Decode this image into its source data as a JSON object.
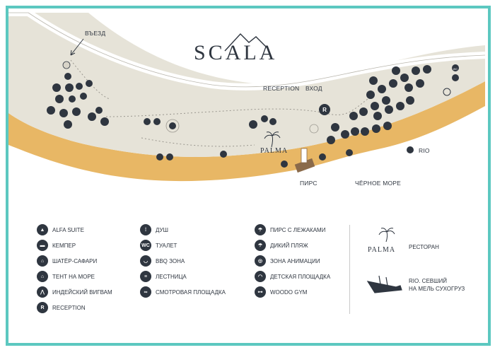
{
  "brand": {
    "title": "SCALA",
    "restaurant_logo": "PALMA"
  },
  "map_labels": {
    "entry": "ВЪЕЗД",
    "reception": "RECEPTION",
    "entrance": "ВХОД",
    "pier": "ПИРС",
    "black_sea": "ЧЁРНОЕ МОРЕ",
    "rio": "RIO"
  },
  "legend": {
    "col1": [
      {
        "icon": "alfa-suite-icon",
        "label": "ALFA SUITE"
      },
      {
        "icon": "camper-icon",
        "label": "КЕМПЕР"
      },
      {
        "icon": "safari-tent-icon",
        "label": "ШАТЁР-САФАРИ"
      },
      {
        "icon": "sea-tent-icon",
        "label": "ТЕНТ НА МОРЕ"
      },
      {
        "icon": "wigwam-icon",
        "label": "ИНДЕЙСКИЙ ВИГВАМ"
      },
      {
        "icon": "reception-icon",
        "glyph": "R",
        "label": "RECEPTION"
      }
    ],
    "col2": [
      {
        "icon": "shower-icon",
        "label": "ДУШ"
      },
      {
        "icon": "toilet-icon",
        "glyph": "WC",
        "label": "ТУАЛЕТ"
      },
      {
        "icon": "bbq-icon",
        "label": "BBQ ЗОНА"
      },
      {
        "icon": "stairs-icon",
        "label": "ЛЕСТНИЦА"
      },
      {
        "icon": "viewpoint-icon",
        "label": "СМОТРОВАЯ ПЛОЩАДКА"
      }
    ],
    "col3": [
      {
        "icon": "pier-loungers-icon",
        "label": "ПИРС С ЛЕЖАКАМИ"
      },
      {
        "icon": "wild-beach-icon",
        "label": "ДИКИЙ ПЛЯЖ"
      },
      {
        "icon": "animation-icon",
        "label": "ЗОНА АНИМАЦИИ"
      },
      {
        "icon": "playground-icon",
        "label": "ДЕТСКАЯ ПЛОЩАДКА"
      },
      {
        "icon": "gym-icon",
        "label": "WOODO GYM"
      }
    ],
    "col4": [
      {
        "icon": "palm-restaurant-icon",
        "label": "РЕСТОРАН"
      },
      {
        "icon": "ship-icon",
        "label_line1": "RIO. СЕВШИЙ",
        "label_line2": "НА МЕЛЬ СУХОГРУЗ"
      }
    ]
  },
  "colors": {
    "frame": "#5cc8c0",
    "land": "#e6e3d8",
    "sand": "#e8b765",
    "road": "#ffffff",
    "icon": "#2f3640"
  }
}
